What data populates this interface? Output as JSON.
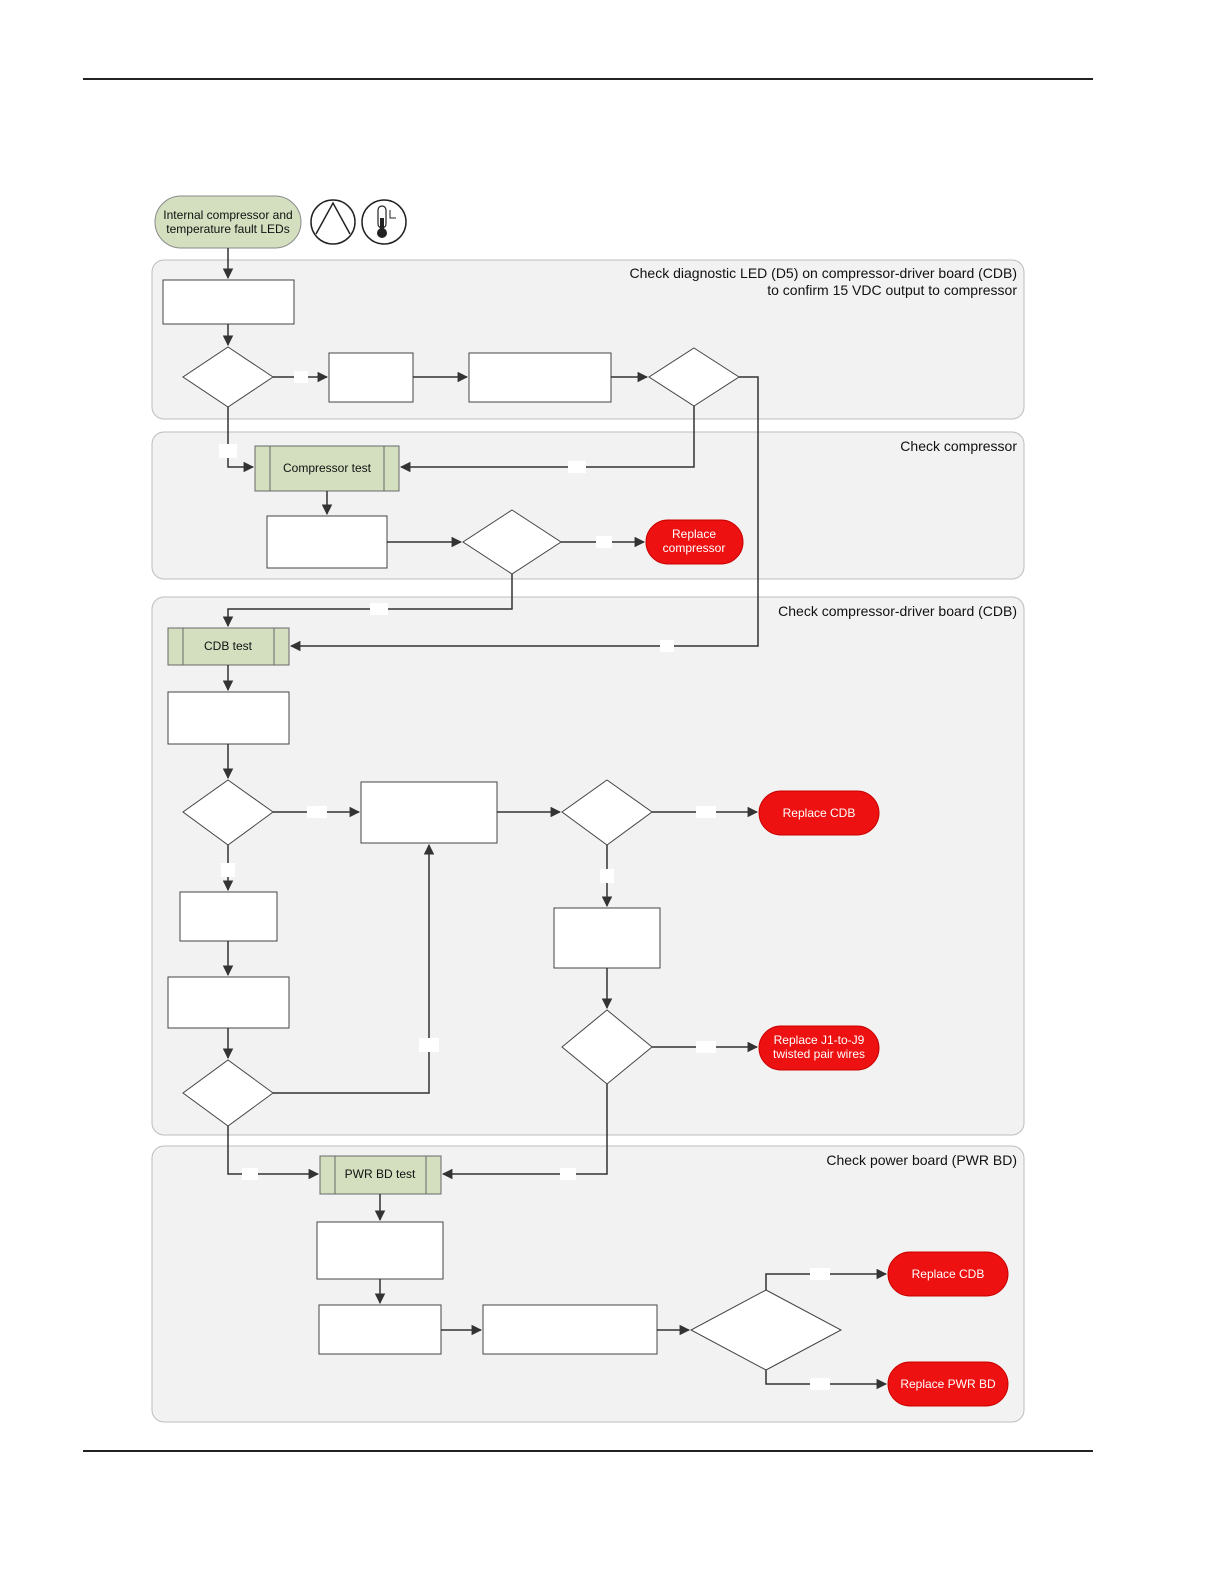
{
  "start": {
    "line1": "Internal compressor and",
    "line2": "temperature fault LEDs"
  },
  "icons": [
    "compressor-fault-icon",
    "temperature-fault-icon"
  ],
  "lanes": [
    {
      "title_line1": "Check diagnostic LED (D5) on compressor-driver board (CDB)",
      "title_line2": "to confirm 15 VDC output to compressor"
    },
    {
      "title_line1": "Check compressor"
    },
    {
      "title_line1": "Check compressor-driver board (CDB)"
    },
    {
      "title_line1": "Check power board (PWR BD)"
    }
  ],
  "subprocesses": {
    "compressor_test": "Compressor test",
    "cdb_test": "CDB test",
    "pwr_bd_test": "PWR BD test"
  },
  "terminals": {
    "replace_compressor_line1": "Replace",
    "replace_compressor_line2": "compressor",
    "replace_cdb_1": "Replace CDB",
    "replace_wires_line1": "Replace J1-to-J9",
    "replace_wires_line2": "twisted pair wires",
    "replace_cdb_2": "Replace CDB",
    "replace_pwr_bd": "Replace PWR BD"
  },
  "colors": {
    "lane_fill": "#f2f2f2",
    "subprocess_fill": "#d3dfbf",
    "terminal_fill": "#ee1111"
  }
}
